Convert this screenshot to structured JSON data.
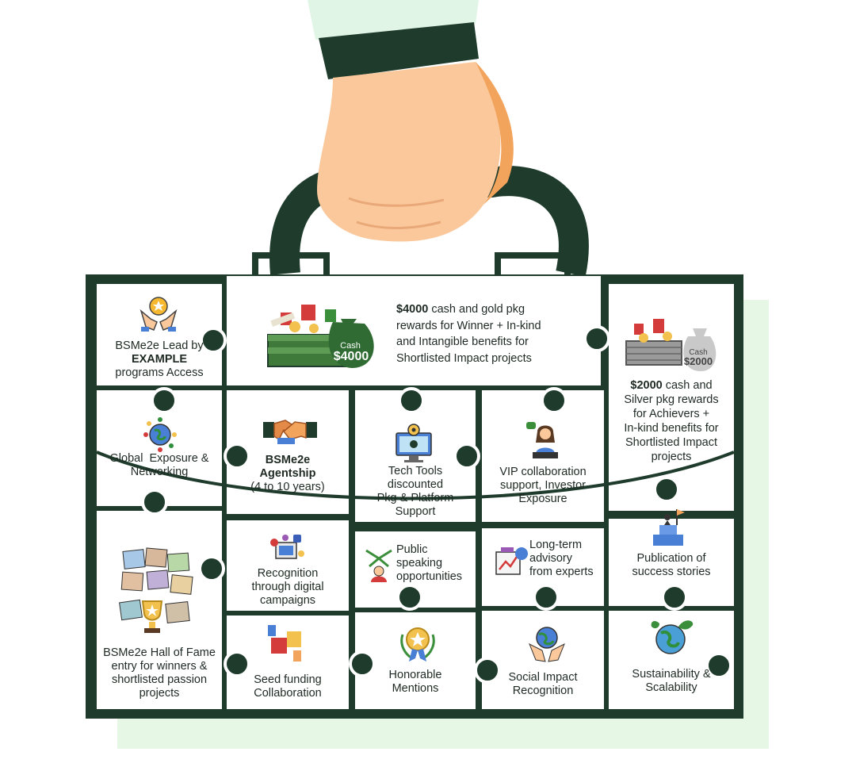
{
  "lead": {
    "line1": "BSMe2e Lead by",
    "line2": "EXAMPLE",
    "line3": "programs Access"
  },
  "gold": {
    "bold": "$4000",
    "rest1": " cash and gold pkg",
    "line2": "rewards for Winner + In-kind",
    "line3": "and Intangible benefits for",
    "line4": "Shortlisted Impact projects",
    "bag_label": "Cash",
    "bag_amount": "$4000"
  },
  "silver": {
    "bold": "$2000",
    "rest1": " cash and",
    "line2": "Silver pkg rewards",
    "line3": "for Achievers +",
    "line4": "In-kind benefits for",
    "line5": "Shortlisted Impact",
    "line6": "projects",
    "bag_label": "Cash",
    "bag_amount": "$2000"
  },
  "global": {
    "line1": "Global  Exposure &",
    "line2": "Networking"
  },
  "agentship": {
    "line1": "BSMe2e",
    "line2": "Agentship",
    "line3": "(4 to 10 years)"
  },
  "tech": {
    "line1": "Tech Tools",
    "line2": "discounted",
    "line3": "Pkg & Platform",
    "line4": "Support"
  },
  "vip": {
    "line1": "VIP collaboration",
    "line2": "support, Investor",
    "line3": "Exposure"
  },
  "digital": {
    "line1": "Recognition",
    "line2": "through digital",
    "line3": "campaigns"
  },
  "speaking": {
    "line1": "Public",
    "line2": "speaking",
    "line3": "opportunities"
  },
  "advisory": {
    "line1": "Long-term",
    "line2": "advisory",
    "line3": "from experts"
  },
  "publication": {
    "line1": "Publication of",
    "line2": "success stories"
  },
  "hall": {
    "line1": "BSMe2e Hall of Fame",
    "line2": "entry for winners &",
    "line3": "shortlisted passion",
    "line4": "projects"
  },
  "seed": {
    "line1": "Seed funding",
    "line2": "Collaboration"
  },
  "honorable": {
    "line1": "Honorable",
    "line2": "Mentions"
  },
  "social": {
    "line1": "Social Impact",
    "line2": "Recognition"
  },
  "sustain": {
    "line1": "Sustainability &",
    "line2": "Scalability"
  },
  "colors": {
    "case": "#1e3b2c",
    "shadow": "#e6f7e6",
    "cuff": "#e1f5e6",
    "skin": "#fbc89b"
  }
}
